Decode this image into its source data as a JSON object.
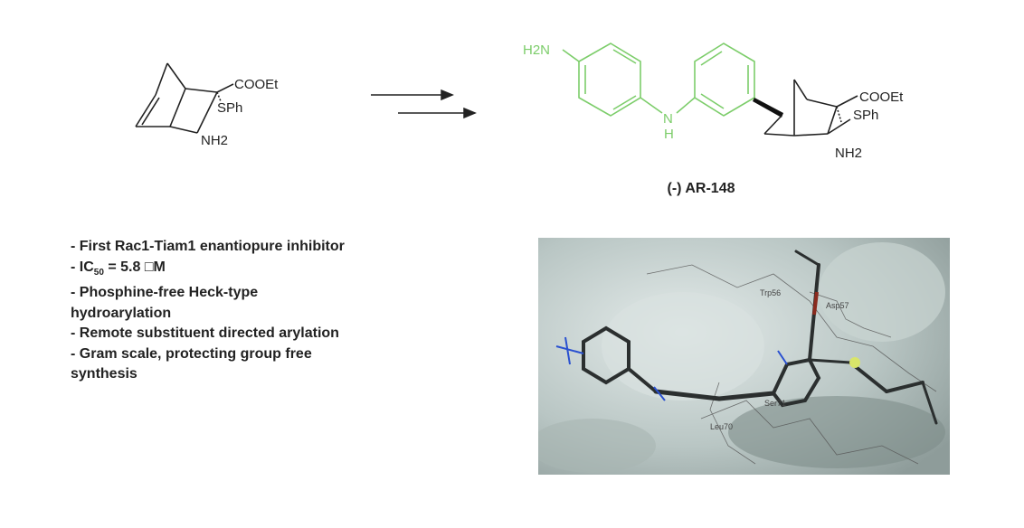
{
  "starting_material": {
    "substituents": [
      "COOEt",
      "SPh",
      "NH2"
    ]
  },
  "product": {
    "amine_label": "H2N",
    "nh_label": [
      "N",
      "H"
    ],
    "substituents": [
      "COOEt",
      "SPh",
      "NH2"
    ],
    "name": "(-) AR-148"
  },
  "bullets": {
    "b1": "- First Rac1-Tiam1 enantiopure inhibitor",
    "b2_prefix": "- IC",
    "b2_sub": "50",
    "b2_suffix": " = 5.8 □M",
    "b3a": "- Phosphine-free Heck-type",
    "b3b": "hydroarylation",
    "b4": "- Remote substituent directed arylation",
    "b5a": "- Gram scale, protecting group free",
    "b5b": "synthesis"
  },
  "docking": {
    "residues": [
      "Trp56",
      "Asp57",
      "Ser71",
      "Leu70"
    ]
  },
  "colors": {
    "green": "#7ccd6a",
    "ink": "#222222"
  }
}
